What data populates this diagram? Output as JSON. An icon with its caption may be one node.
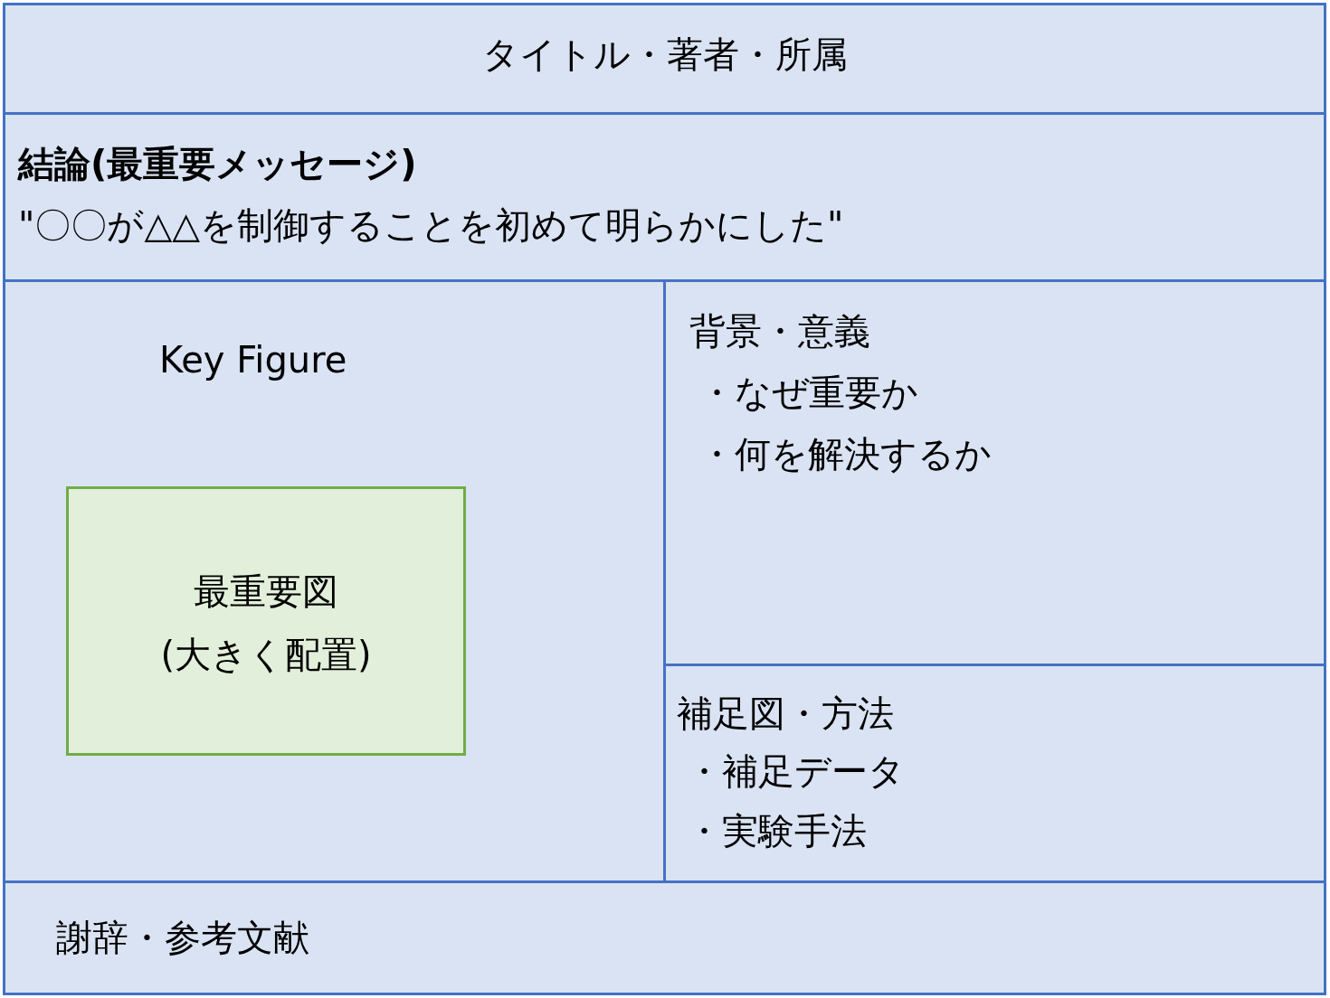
{
  "diagram": {
    "nodes": [
      {
        "text": [
          "タイトル・著者・所属"
        ]
      },
      {
        "text": [
          "結論(最重要メッセージ)",
          "\"〇〇が△△を制御することを初めて明らかにした\""
        ]
      },
      {
        "text": [
          "Key Figure"
        ]
      },
      {
        "text": [
          "最重要図",
          "(大きく配置)"
        ],
        "in": 2
      },
      {
        "text": [
          "背景・意義",
          "・なぜ重要か",
          "・何を解決するか"
        ]
      },
      {
        "text": [
          "補足図・方法",
          "・補足データ",
          "・実験手法"
        ]
      },
      {
        "text": [
          "謝辞・参考文献"
        ]
      }
    ]
  }
}
